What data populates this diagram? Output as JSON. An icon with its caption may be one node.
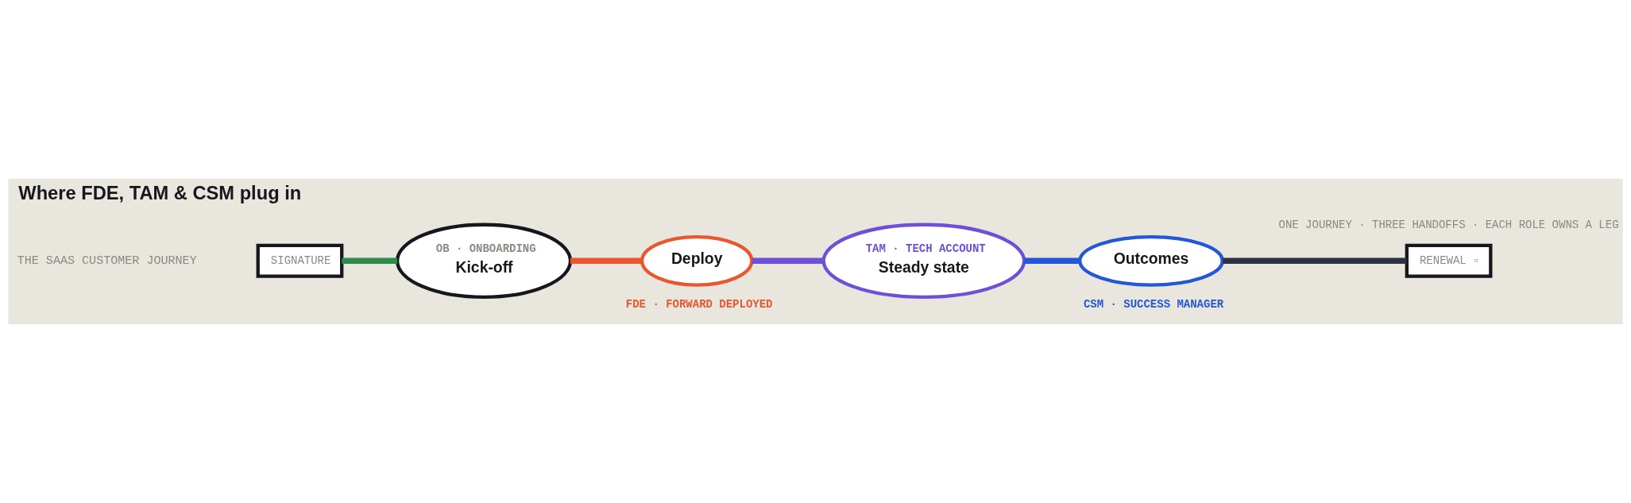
{
  "diagram": {
    "title": "Where FDE, TAM & CSM plug in",
    "caption": "ONE JOURNEY · THREE HANDOFFS · EACH ROLE OWNS A LEG",
    "nodes": [
      {
        "text": [
          "SIGNATURE"
        ]
      },
      {
        "text": [
          "OB · ONBOARDING",
          "Kick-off"
        ]
      },
      {
        "text": [
          "Deploy"
        ],
        "beside": [
          "FDE · FORWARD DEPLOYED"
        ]
      },
      {
        "text": [
          "TAM · TECH ACCOUNT",
          "Steady state"
        ]
      },
      {
        "text": [
          "Outcomes"
        ],
        "beside": [
          "CSM · SUCCESS MANAGER"
        ]
      },
      {
        "text": [
          "RENEWAL ▫"
        ]
      }
    ],
    "edges": [
      {
        "from": 0,
        "to": 1,
        "arrow": "none",
        "color": "#2e8b4e"
      },
      {
        "from": 1,
        "to": 2,
        "arrow": "none",
        "color": "#e8572e"
      },
      {
        "from": 2,
        "to": 3,
        "arrow": "none",
        "color": "#6d4fd8"
      },
      {
        "from": 3,
        "to": 4,
        "arrow": "none",
        "color": "#2457d6"
      },
      {
        "from": 4,
        "to": 5,
        "arrow": "none",
        "color": "#2b3340"
      }
    ],
    "labels": [
      "THE SAAS CUSTOMER JOURNEY"
    ]
  }
}
